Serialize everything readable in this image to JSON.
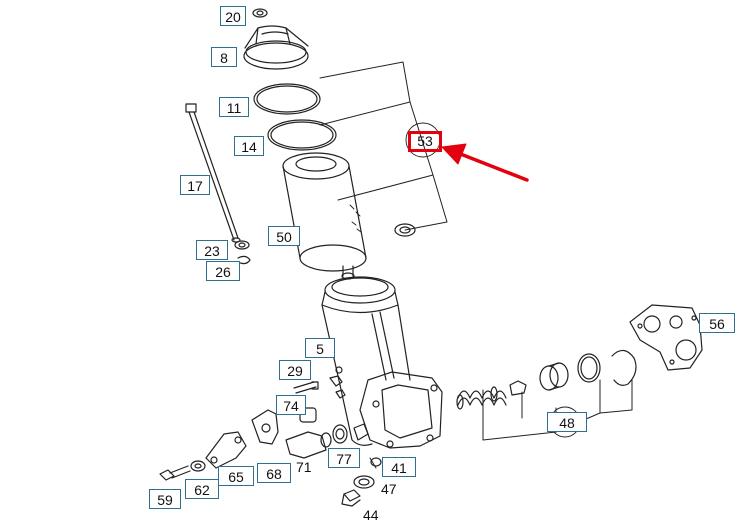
{
  "colors": {
    "line": "#222222",
    "callout_border": "#2f6f8f",
    "highlight": "#e3000f"
  },
  "callouts": {
    "p20": "20",
    "p8": "8",
    "p11": "11",
    "p14": "14",
    "p17": "17",
    "p53": "53",
    "p50": "50",
    "p23": "23",
    "p26": "26",
    "p5": "5",
    "p29": "29",
    "p74": "74",
    "p56": "56",
    "p48": "48",
    "p77": "77",
    "p71": "71",
    "p41": "41",
    "p47": "47",
    "p44": "44",
    "p68": "68",
    "p65": "65",
    "p62": "62",
    "p59": "59"
  }
}
